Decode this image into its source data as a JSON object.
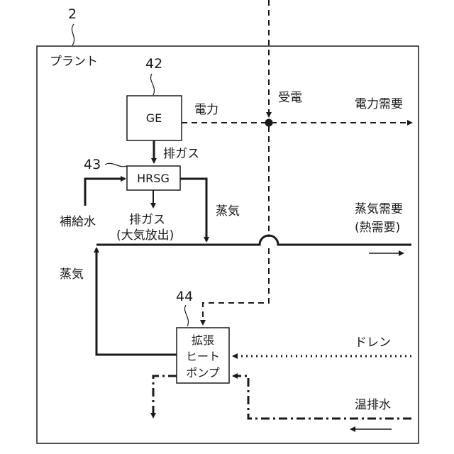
{
  "figure_number": "2",
  "plant_label": "プラント",
  "ge": {
    "ref": "42",
    "label": "GE"
  },
  "hrsg": {
    "ref": "43",
    "label": "HRSG"
  },
  "heat_pump": {
    "ref": "44",
    "lines": [
      "拡張",
      "ヒート",
      "ポンプ"
    ]
  },
  "labels": {
    "power": "電力",
    "received_power": "受電",
    "power_demand": "電力需要",
    "exhaust_gas_top": "排ガス",
    "exhaust_gas_bottom": "排ガス",
    "exhaust_note": "(大気放出)",
    "makeup_water": "補給水",
    "steam_right": "蒸気",
    "steam_left": "蒸気",
    "steam_demand": "蒸気需要",
    "heat_demand": "(熱需要)",
    "drain": "ドレン",
    "warm_drain": "温排水"
  }
}
